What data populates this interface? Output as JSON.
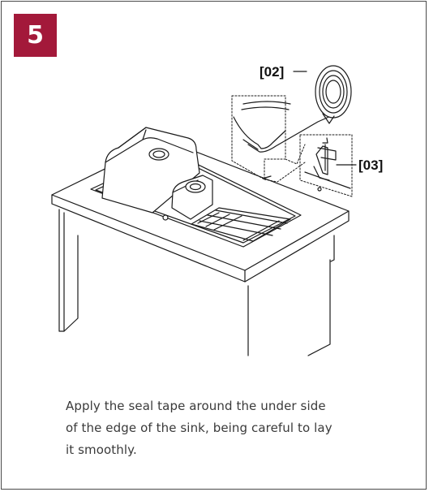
{
  "step": {
    "number": "5"
  },
  "callouts": {
    "seal_tape": "[02]",
    "clip": "[03]"
  },
  "instructions": {
    "lines": [
      "Apply the seal tape around the under side",
      "of the edge of the sink, being careful to lay",
      "it smoothly."
    ]
  },
  "colors": {
    "badge": "#a3193a",
    "ink": "#1a1a1a",
    "text": "#3a3a3a",
    "frame": "#4a4a4a"
  }
}
